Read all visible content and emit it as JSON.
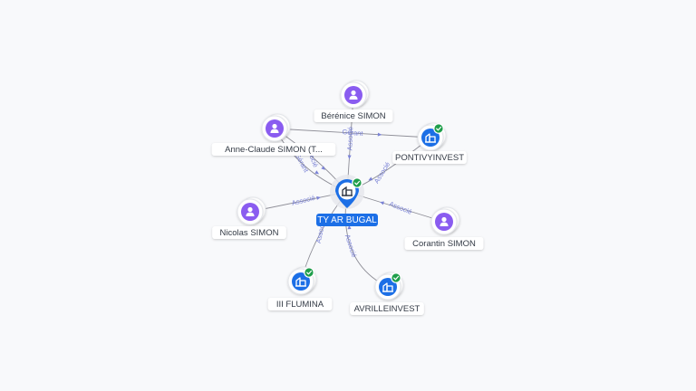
{
  "colors": {
    "background": "#f8f9fb",
    "person": "#8a5cf0",
    "company": "#1c6fe6",
    "center": "#1c6fe6",
    "verified": "#1e9e4a",
    "edge": "#8d8d96",
    "edge_label": "#7a82d6"
  },
  "center": {
    "label": "TY AR BUGAL",
    "icon": "company-icon",
    "verified": true
  },
  "nodes": [
    {
      "id": "berenice",
      "label": "Bérénice SIMON",
      "type": "person",
      "icon": "person-icon"
    },
    {
      "id": "anneclaude",
      "label": "Anne-Claude SIMON (T...",
      "type": "person",
      "icon": "person-icon"
    },
    {
      "id": "pontivy",
      "label": "PONTIVYINVEST",
      "type": "company",
      "icon": "company-icon",
      "verified": true
    },
    {
      "id": "nicolas",
      "label": "Nicolas SIMON",
      "type": "person",
      "icon": "person-icon"
    },
    {
      "id": "corantin",
      "label": "Corantin SIMON",
      "type": "person",
      "icon": "person-icon"
    },
    {
      "id": "flumina",
      "label": "III FLUMINA",
      "type": "company",
      "icon": "company-icon",
      "verified": true
    },
    {
      "id": "avrille",
      "label": "AVRILLEINVEST",
      "type": "company",
      "icon": "company-icon",
      "verified": true
    }
  ],
  "edges": [
    {
      "from": "berenice",
      "to": "center",
      "label": "Associé"
    },
    {
      "from": "anneclaude",
      "to": "pontivy",
      "label": "Gérant"
    },
    {
      "from": "anneclaude",
      "to": "center",
      "label": "Gérant"
    },
    {
      "from": "anneclaude",
      "to": "center",
      "label": "Associé"
    },
    {
      "from": "pontivy",
      "to": "center",
      "label": "Associé"
    },
    {
      "from": "nicolas",
      "to": "center",
      "label": "Associé"
    },
    {
      "from": "corantin",
      "to": "center",
      "label": "Associé"
    },
    {
      "from": "flumina",
      "to": "center",
      "label": "Associé"
    },
    {
      "from": "avrille",
      "to": "center",
      "label": "Associé"
    }
  ]
}
